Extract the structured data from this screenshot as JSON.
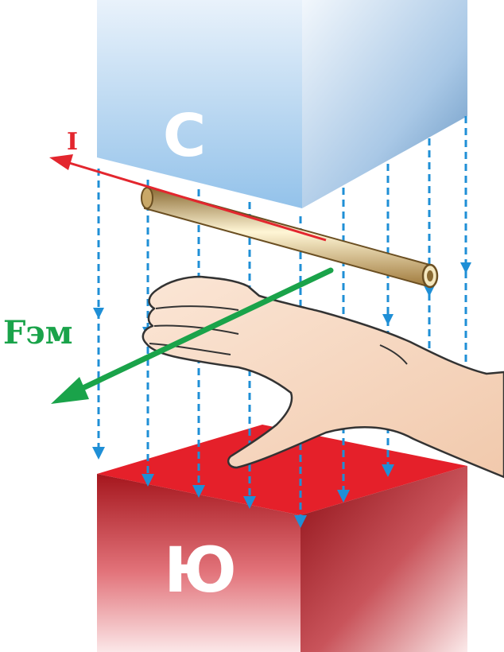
{
  "labels": {
    "north_pole": "С",
    "south_pole": "Ю",
    "current": "I",
    "force": "Fэм"
  },
  "colors": {
    "north_magnet": "#9cc6ea",
    "south_magnet": "#e5202a",
    "field_lines": "#1f8fd6",
    "current_arrow": "#e3262e",
    "force_arrow": "#1aa34a",
    "current_label": "#e3262e",
    "force_label": "#1aa34a",
    "conductor": "#e7d7a3",
    "hand": "#f6d8c2"
  }
}
